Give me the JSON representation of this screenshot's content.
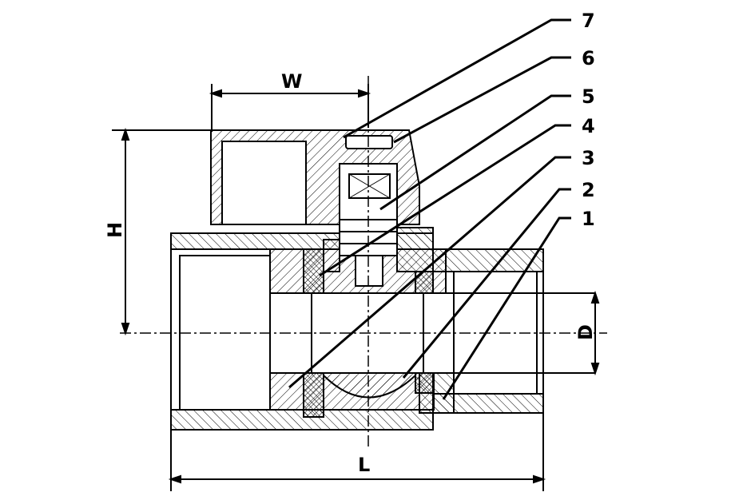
{
  "diagram": {
    "type": "ball valve cross-section drawing",
    "part_labels": [
      "1",
      "2",
      "3",
      "4",
      "5",
      "6",
      "7"
    ],
    "dimensions": {
      "width": "W",
      "height": "H",
      "length": "L",
      "diameter": "D"
    }
  }
}
